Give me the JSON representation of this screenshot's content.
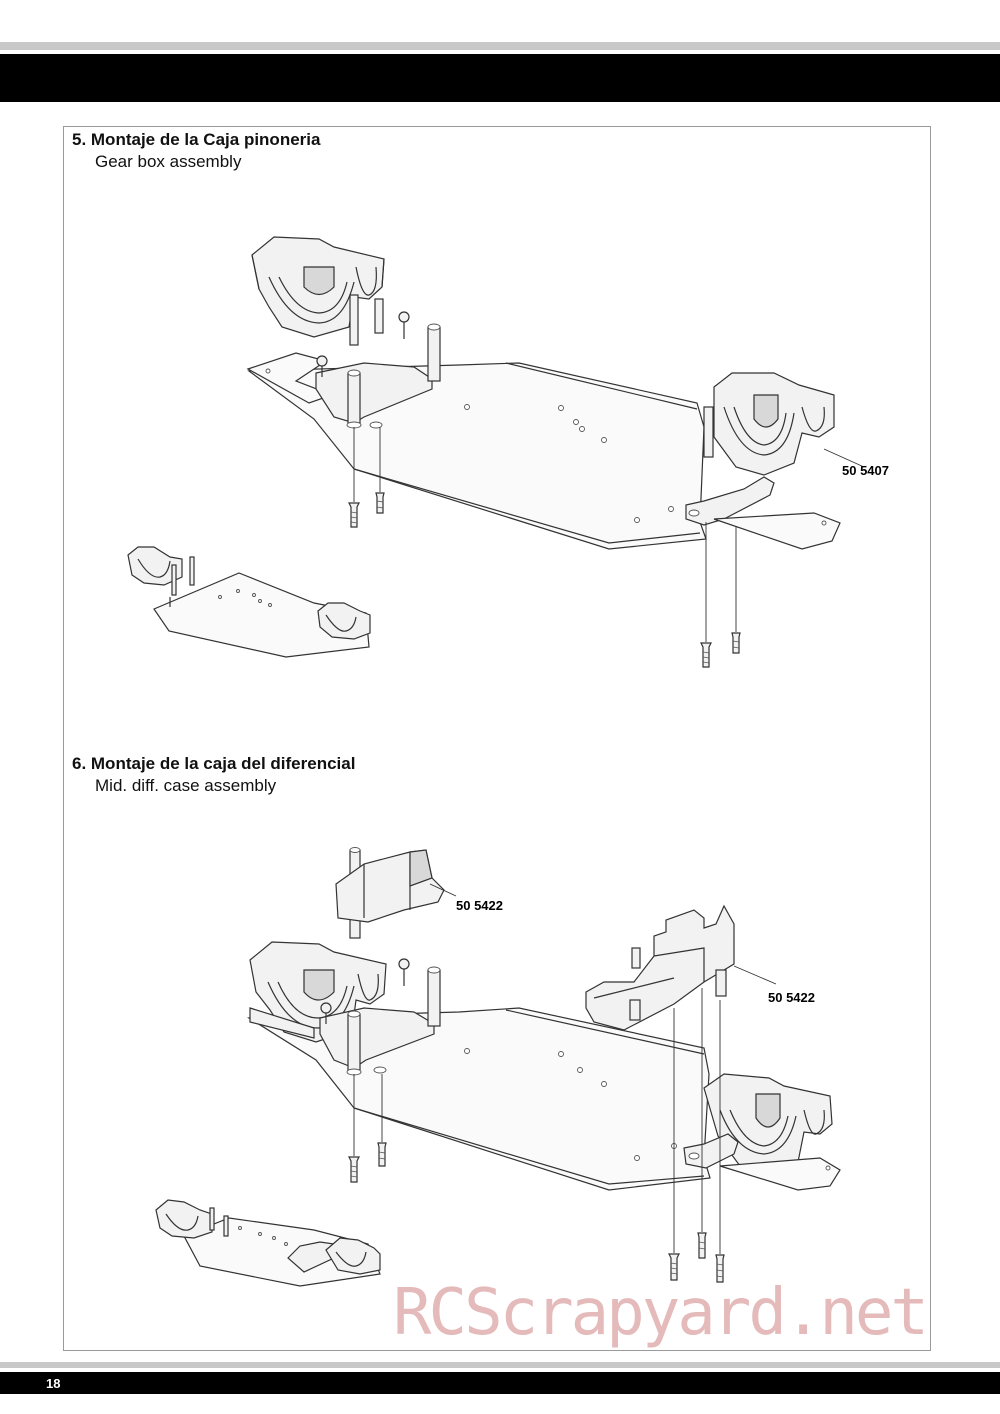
{
  "header": {},
  "steps": [
    {
      "title": "5.  Montaje de la Caja pinoneria",
      "subtitle": "Gear box assembly",
      "part_labels": [
        "50 5407"
      ]
    },
    {
      "title": "6.  Montaje de la caja del diferencial",
      "subtitle": "Mid. diff. case assembly",
      "part_labels": [
        "50 5422",
        "50 5422"
      ]
    }
  ],
  "footer": {
    "page_number": "18"
  },
  "watermark": "RCScrapyard.net"
}
